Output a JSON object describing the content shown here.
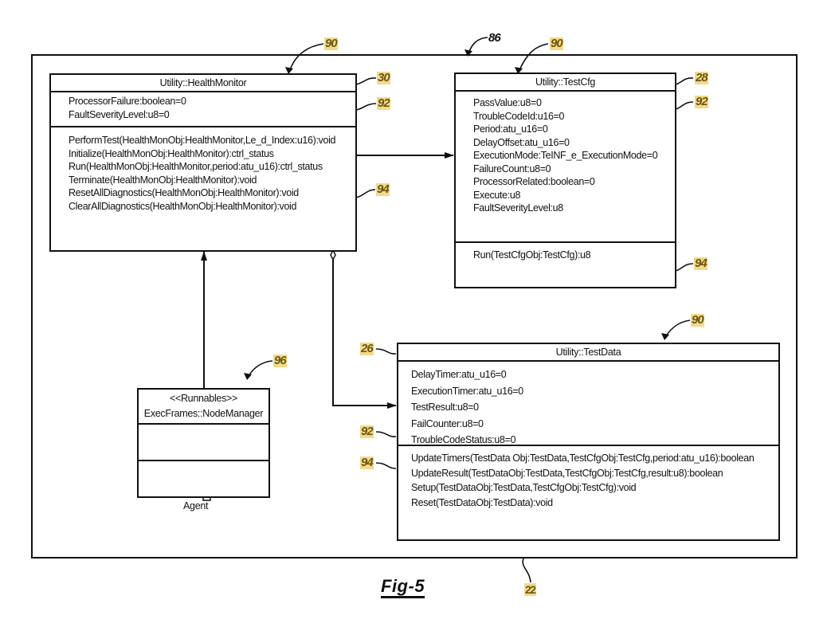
{
  "figure": {
    "label": "Fig-5",
    "outer_ref": "22",
    "system_ref": "86"
  },
  "classes": {
    "health_monitor": {
      "name": "Utility::HealthMonitor",
      "ref_class": "90",
      "ref_header": "30",
      "ref_attributes": "92",
      "ref_operations": "94",
      "attributes": [
        "ProcessorFailure:boolean=0",
        "FaultSeverityLevel:u8=0"
      ],
      "operations": [
        "PerformTest(HealthMonObj:HealthMonitor,Le_d_Index:u16):void",
        "Initialize(HealthMonObj:HealthMonitor):ctrl_status",
        "Run(HealthMonObj:HealthMonitor,period:atu_u16):ctrl_status",
        "Terminate(HealthMonObj:HealthMonitor):void",
        "ResetAllDiagnostics(HealthMonObj:HealthMonitor):void",
        "ClearAllDiagnostics(HealthMonObj:HealthMonitor):void"
      ]
    },
    "test_cfg": {
      "name": "Utility::TestCfg",
      "ref_class": "90",
      "ref_header": "28",
      "ref_attributes": "92",
      "ref_operations": "94",
      "attributes": [
        "PassValue:u8=0",
        "TroubleCodeId:u16=0",
        "Period:atu_u16=0",
        "DelayOffset:atu_u16=0",
        "ExecutionMode:TeINF_e_ExecutionMode=0",
        "FailureCount:u8=0",
        "ProcessorRelated:boolean=0",
        "Execute:u8",
        "FaultSeverityLevel:u8"
      ],
      "operations": [
        "Run(TestCfgObj:TestCfg):u8"
      ]
    },
    "test_data": {
      "name": "Utility::TestData",
      "ref_class": "90",
      "ref_header": "26",
      "ref_attributes": "92",
      "ref_operations": "94",
      "attributes": [
        "DelayTimer:atu_u16=0",
        "ExecutionTimer:atu_u16=0",
        "TestResult:u8=0",
        "FailCounter:u8=0",
        "TroubleCodeStatus:u8=0"
      ],
      "operations": [
        "UpdateTimers(TestData Obj:TestData,TestCfgObj:TestCfg,period:atu_u16):boolean",
        "UpdateResult(TestDataObj:TestData,TestCfgObj:TestCfg,result:u8):boolean",
        "Setup(TestDataObj:TestData,TestCfgObj:TestCfg):void",
        "Reset(TestDataObj:TestData):void"
      ]
    },
    "node_manager": {
      "stereotype": "<<Runnables>>",
      "name": "ExecFrames::NodeManager",
      "ref_class": "96",
      "port_label": "Agent"
    }
  },
  "colors": {
    "line": "#111111",
    "ref_highlight_bg": "#f3d98a",
    "ref_highlight_text": "#6a5712"
  }
}
